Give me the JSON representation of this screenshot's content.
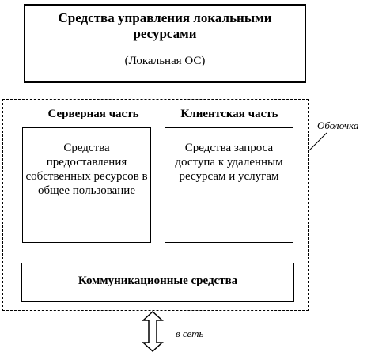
{
  "local_resources": {
    "title": "Средства управления локальными ресурсами",
    "subtitle": "(Локальная ОС)"
  },
  "shell": {
    "label": "Оболочка"
  },
  "server": {
    "heading": "Серверная часть",
    "text": "Средства предоставления собственных ресурсов в общее пользование"
  },
  "client": {
    "heading": "Клиентская часть",
    "text": "Средства запроса доступа к удаленным ресурсам и услугам"
  },
  "communication": {
    "label": "Коммуникационные средства"
  },
  "network": {
    "label": "в сеть"
  }
}
